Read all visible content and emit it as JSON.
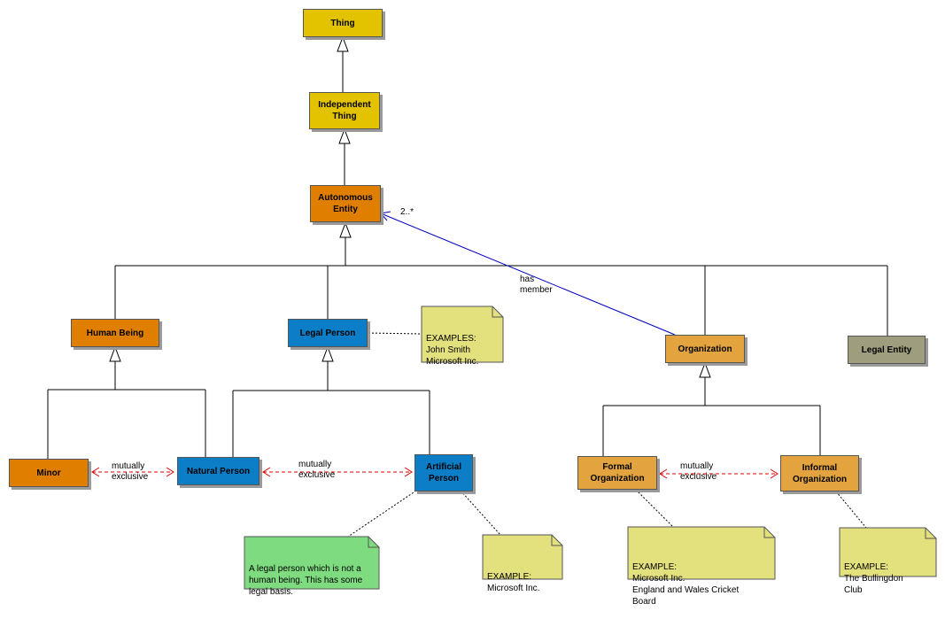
{
  "colors": {
    "yellow": "#e3c300",
    "orange": "#e07e00",
    "light_orange": "#e3a43f",
    "blue": "#0c7ec8",
    "gray": "#9e9e7e",
    "note_yellow": "#e3e07e",
    "note_green": "#7fdb7f",
    "association": "#0000c0",
    "exclusion": "#e00000"
  },
  "classes": {
    "thing": "Thing",
    "independent_thing": "Independent\nThing",
    "autonomous_entity": "Autonomous\nEntity",
    "human_being": "Human Being",
    "legal_person": "Legal Person",
    "organization": "Organization",
    "legal_entity": "Legal Entity",
    "minor": "Minor",
    "natural_person": "Natural Person",
    "artificial_person": "Artificial\nPerson",
    "formal_organization": "Formal\nOrganization",
    "informal_organization": "Informal\nOrganization"
  },
  "notes": {
    "legal_person_examples": "EXAMPLES:\nJohn Smith\nMicrosoft Inc.",
    "artificial_person_definition": "A legal person which is not a\nhuman being. This has some\nlegal basis.",
    "artificial_person_example": "EXAMPLE:\nMicrosoft Inc.",
    "formal_organization_example": "EXAMPLE:\nMicrosoft Inc.\nEngland and Wales Cricket Board",
    "informal_organization_example": "EXAMPLE:\nThe Bullingdon Club"
  },
  "labels": {
    "multiplicity": "2..*",
    "has_member": "has\nmember",
    "mutually_exclusive": "mutually\nexclusive"
  }
}
